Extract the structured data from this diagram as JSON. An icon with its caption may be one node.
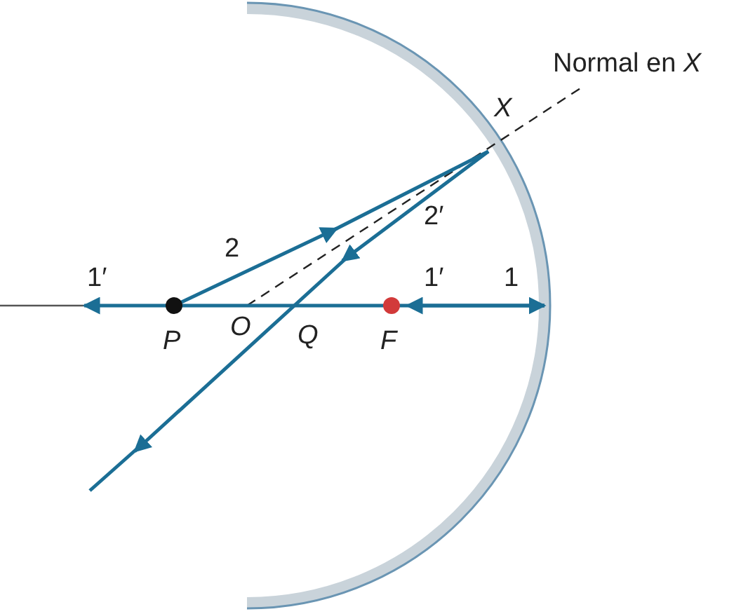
{
  "diagram": {
    "labels": [
      "Normal en *X*",
      "X",
      "2′",
      "2",
      "1′",
      "1′",
      "1",
      "P",
      "O",
      "Q",
      "F"
    ]
  }
}
